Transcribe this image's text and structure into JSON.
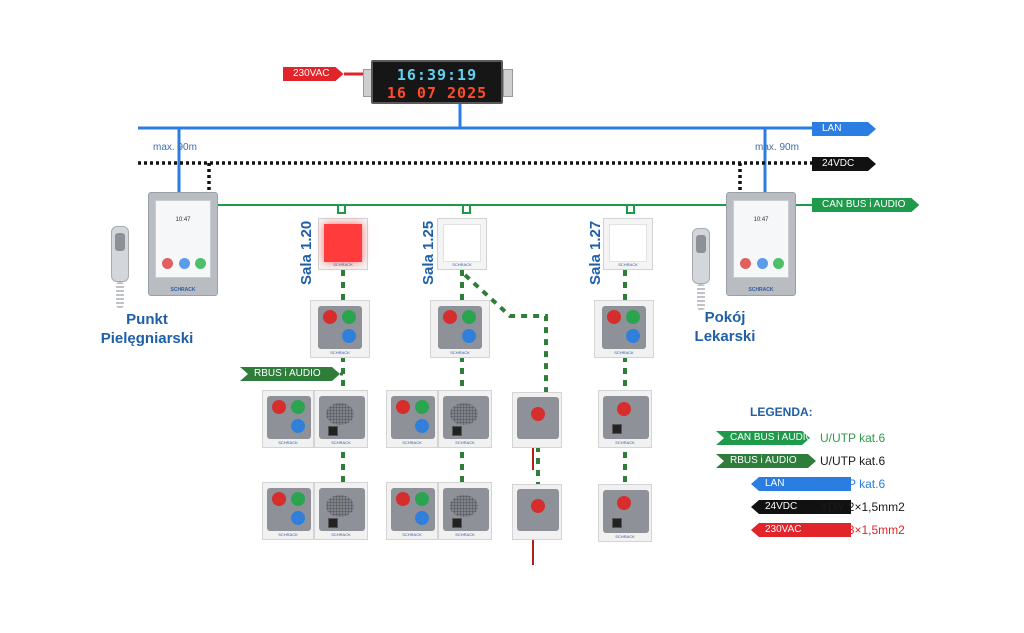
{
  "clock": {
    "time": "16:39:19",
    "date": "16 07 2025"
  },
  "tags": {
    "vac_top": "230VAC",
    "lan": "LAN",
    "vdc": "24VDC",
    "canbus": "CAN BUS i AUDIO",
    "rbus": "RBUS i AUDIO"
  },
  "max_distance_left": "max. 90m",
  "max_distance_right": "max. 90m",
  "terminal": {
    "screen_time": "10:47",
    "brand": "SCHRACK"
  },
  "places": {
    "nurse_line1": "Punkt",
    "nurse_line2": "Pielęgniarski",
    "doctor_line1": "Pokój",
    "doctor_line2": "Lekarski"
  },
  "rooms": [
    "Sala 1.20",
    "Sala 1.25",
    "Sala 1.27"
  ],
  "device_brand": "SCHRACK",
  "legend": {
    "title": "LEGENDA:",
    "items": [
      {
        "tag": "CAN BUS i AUDIO",
        "desc": "U/UTP kat.6",
        "tag_color": "#1f9a4b",
        "desc_color": "#2f9a4c"
      },
      {
        "tag": "RBUS i AUDIO",
        "desc": "U/UTP kat.6",
        "tag_color": "#2e7d3b",
        "desc_color": "#1a1a1a"
      },
      {
        "tag": "LAN",
        "desc": "U/UTP kat.6",
        "tag_color": "#2a7de1",
        "desc_color": "#2a7de1"
      },
      {
        "tag": "24VDC",
        "desc": "YDY 2×1,5mm2",
        "tag_color": "#111111",
        "desc_color": "#1a1a1a"
      },
      {
        "tag": "230VAC",
        "desc": "YDY 3×1,5mm2",
        "tag_color": "#e0242a",
        "desc_color": "#e0242a"
      }
    ]
  },
  "colors": {
    "lan": "#2a7de1",
    "canbus": "#1f9a4b",
    "rbus": "#2e7d3b",
    "vdc": "#111111",
    "vac": "#e0242a",
    "lamp_active": "#ff3b3b",
    "lamp_idle": "#ffffff"
  }
}
